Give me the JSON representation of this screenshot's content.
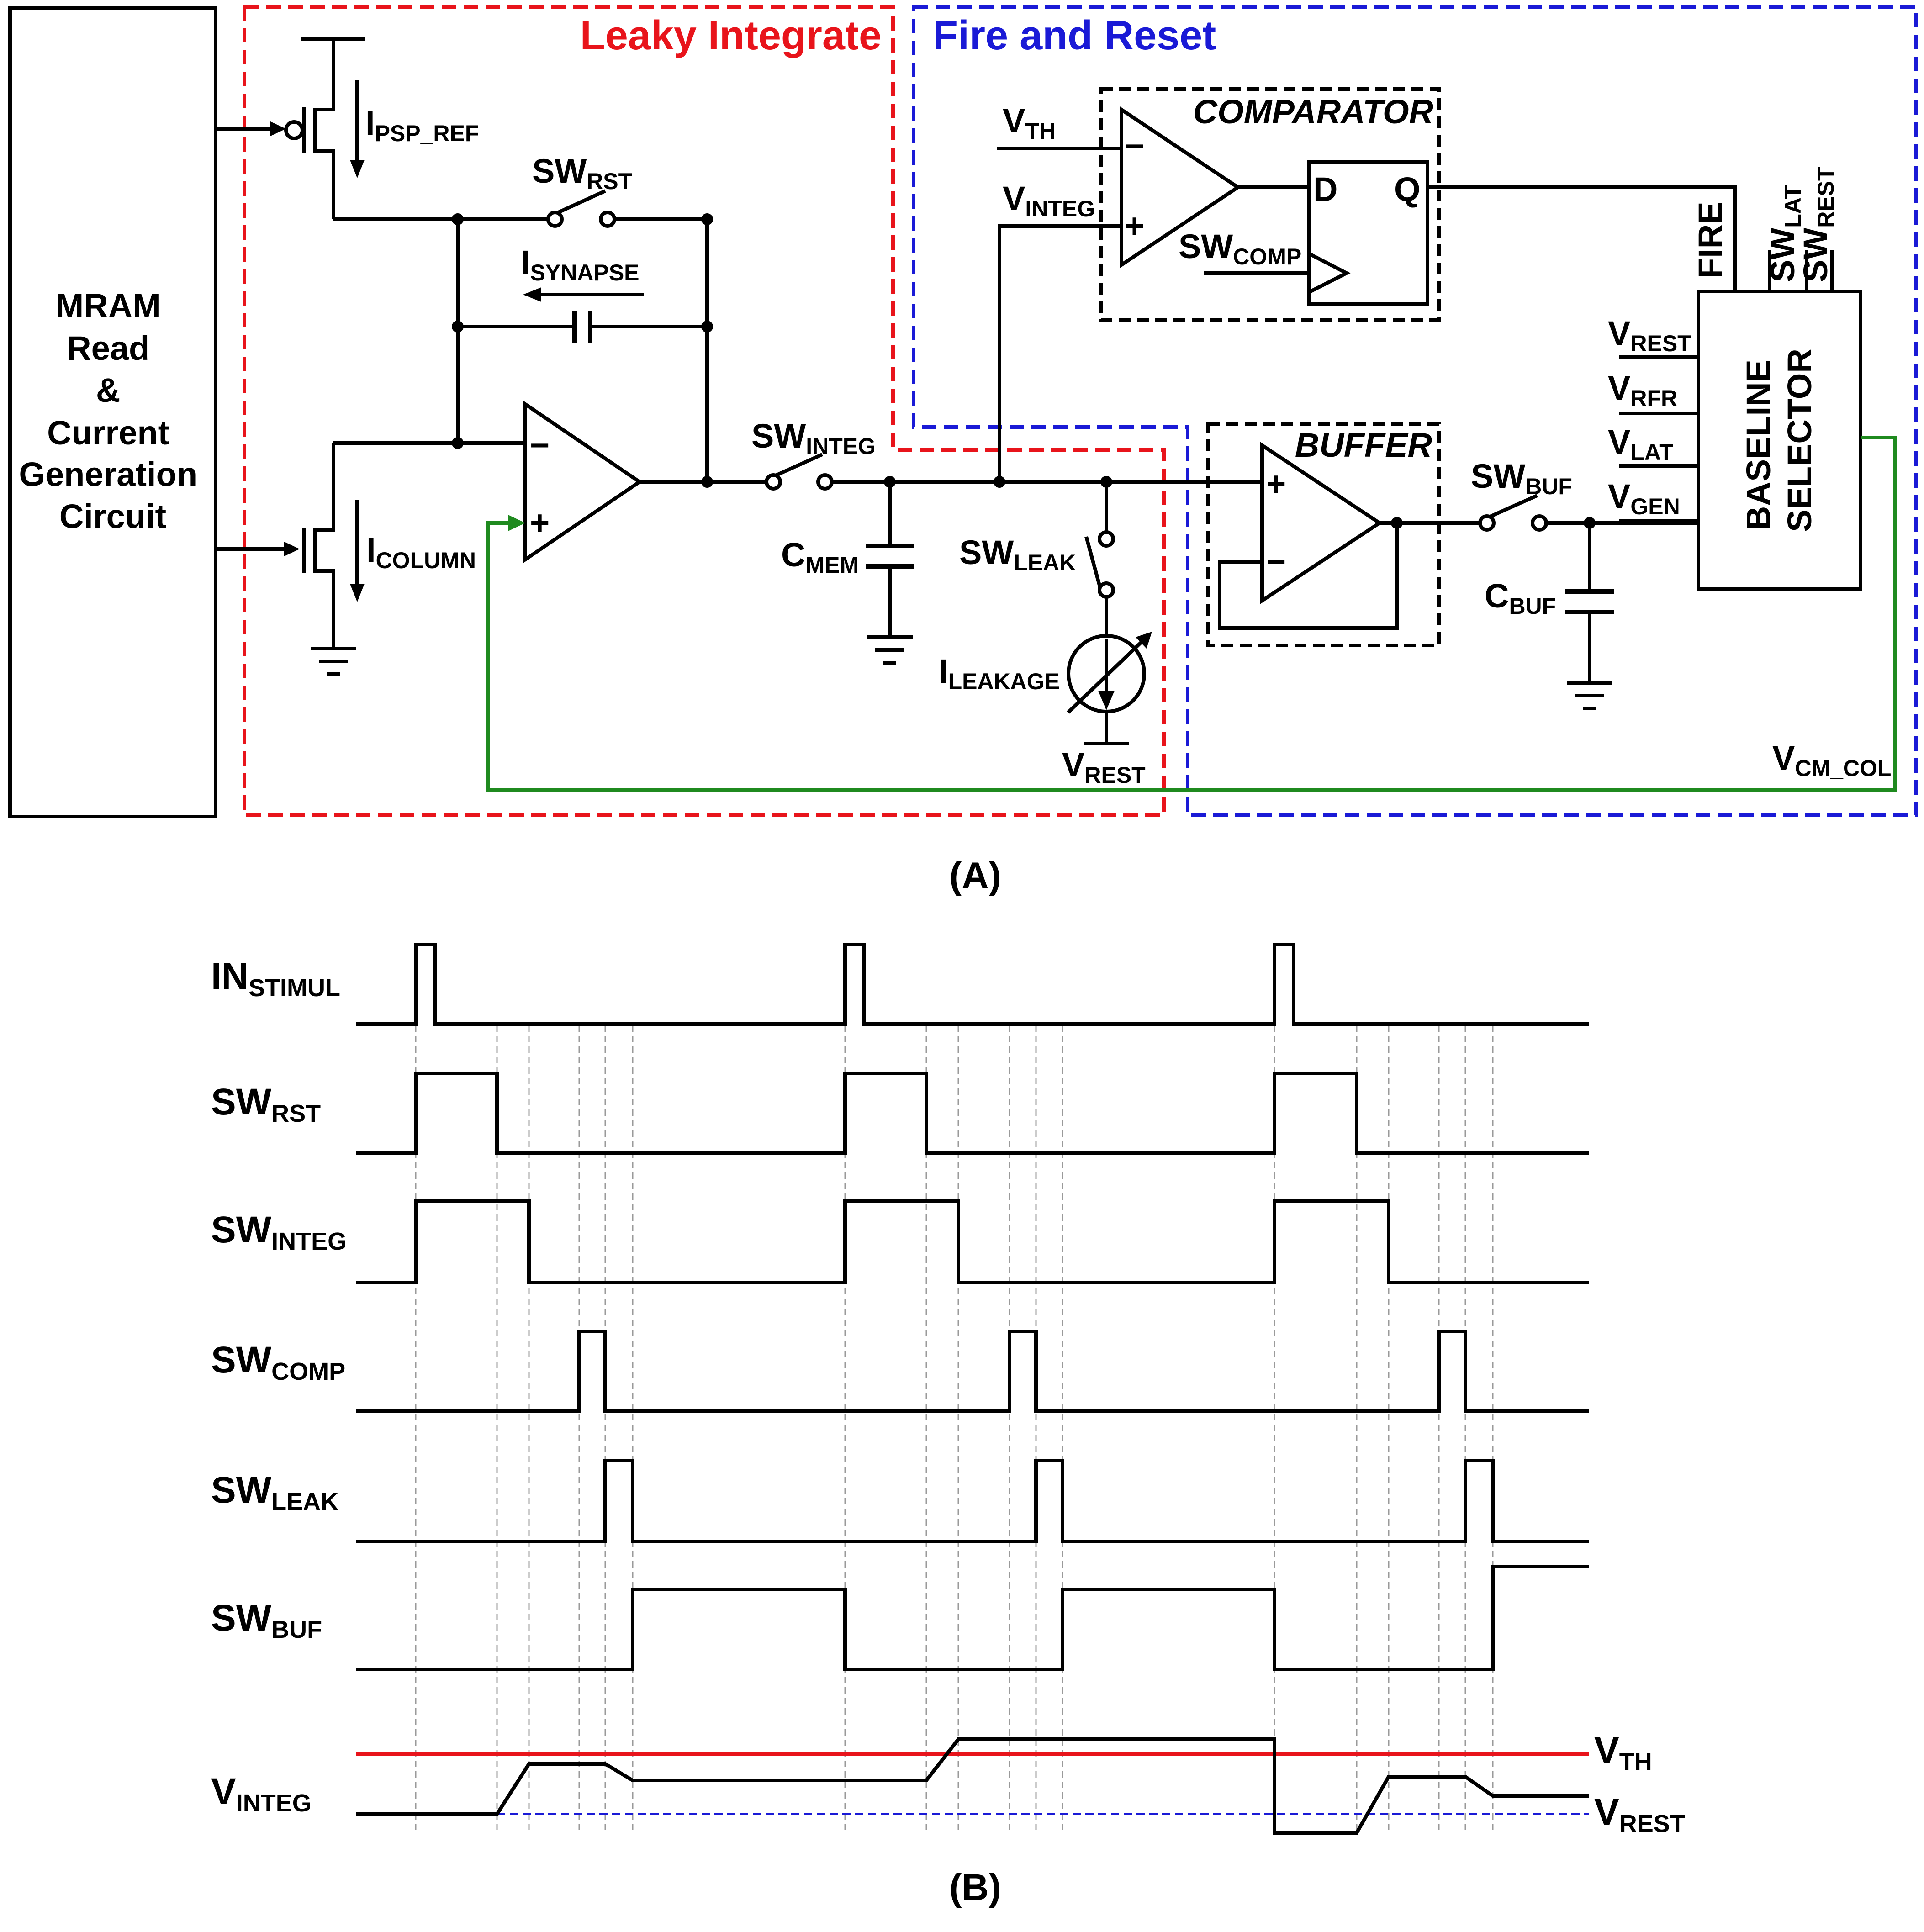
{
  "colors": {
    "leaky_box": "#e8141b",
    "fire_box": "#1a1ad6",
    "vcm_wire": "#1f8a1f",
    "vth_line": "#e8141b",
    "vrest_line": "#1a1ad6",
    "wire": "#000000"
  },
  "panel_a": {
    "label": "(A)",
    "mram_block": [
      "MRAM",
      "Read",
      "&",
      "Current",
      "Generation",
      "Circuit"
    ],
    "regions": {
      "leaky_integrate": "Leaky Integrate",
      "fire_and_reset": "Fire and Reset"
    },
    "comparator": {
      "title": "COMPARATOR",
      "minus_input": {
        "main": "V",
        "sub": "TH"
      },
      "plus_input": {
        "main": "V",
        "sub": "INTEG"
      },
      "clock": {
        "main": "SW",
        "sub": "COMP"
      },
      "d_label": "D",
      "q_label": "Q"
    },
    "buffer": {
      "title": "BUFFER"
    },
    "baseline_selector": {
      "lines": [
        "BASELINE",
        "SELECTOR"
      ],
      "fire": "FIRE",
      "sw_lat": {
        "main": "SW",
        "sub": "LAT"
      },
      "sw_rest": {
        "main": "SW",
        "sub": "REST"
      },
      "inputs": [
        {
          "main": "V",
          "sub": "REST"
        },
        {
          "main": "V",
          "sub": "RFR"
        },
        {
          "main": "V",
          "sub": "LAT"
        },
        {
          "main": "V",
          "sub": "GEN"
        }
      ]
    },
    "labels": {
      "i_psp_ref": {
        "main": "I",
        "sub": "PSP_REF"
      },
      "i_column": {
        "main": "I",
        "sub": "COLUMN"
      },
      "sw_rst": {
        "main": "SW",
        "sub": "RST"
      },
      "i_synapse": {
        "main": "I",
        "sub": "SYNAPSE"
      },
      "sw_integ": {
        "main": "SW",
        "sub": "INTEG"
      },
      "c_mem": {
        "main": "C",
        "sub": "MEM"
      },
      "sw_leak": {
        "main": "SW",
        "sub": "LEAK"
      },
      "i_leakage": {
        "main": "I",
        "sub": "LEAKAGE"
      },
      "v_rest": {
        "main": "V",
        "sub": "REST"
      },
      "sw_buf": {
        "main": "SW",
        "sub": "BUF"
      },
      "c_buf": {
        "main": "C",
        "sub": "BUF"
      },
      "v_cm_col": {
        "main": "V",
        "sub": "CM_COL"
      },
      "plus": "+",
      "minus": "−"
    }
  },
  "panel_b": {
    "label": "(B)",
    "signals": [
      {
        "main": "IN",
        "sub": "STIMUL"
      },
      {
        "main": "SW",
        "sub": "RST"
      },
      {
        "main": "SW",
        "sub": "INTEG"
      },
      {
        "main": "SW",
        "sub": "COMP"
      },
      {
        "main": "SW",
        "sub": "LEAK"
      },
      {
        "main": "SW",
        "sub": "BUF"
      },
      {
        "main": "V",
        "sub": "INTEG"
      }
    ],
    "v_th": {
      "main": "V",
      "sub": "TH"
    },
    "v_rest": {
      "main": "V",
      "sub": "REST"
    }
  }
}
